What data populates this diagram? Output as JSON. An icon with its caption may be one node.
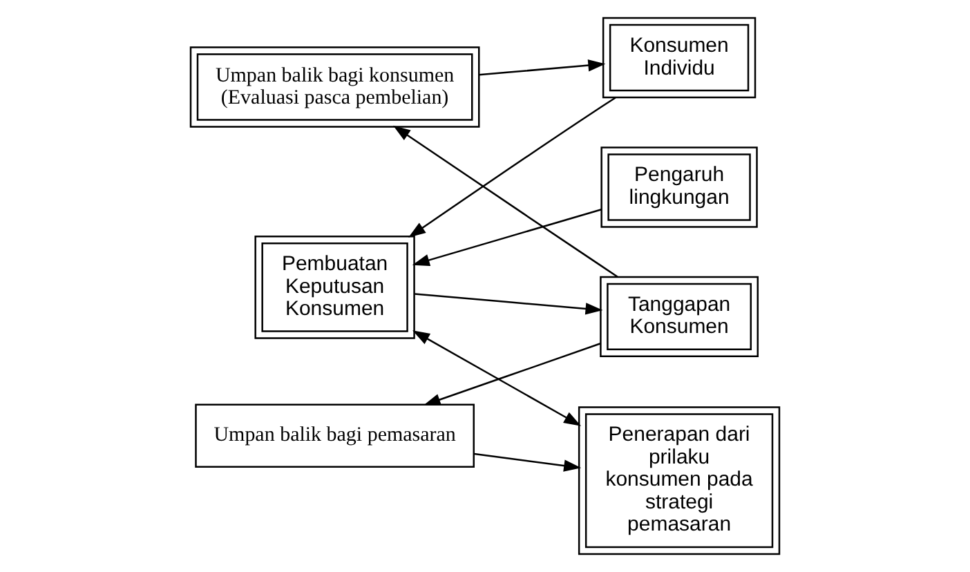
{
  "diagram": {
    "nodes": [
      {
        "text": [
          "Umpan balik bagi konsumen (Evaluasi pasca pembelian)"
        ]
      },
      {
        "text": [
          "Konsumen Individu"
        ]
      },
      {
        "text": [
          "Pengaruh lingkungan"
        ]
      },
      {
        "text": [
          "Penerapan dari prilaku konsumen pada strategi pemasaran"
        ]
      },
      {
        "text": [
          "Pembuatan Keputusan Konsumen"
        ]
      },
      {
        "text": [
          "Tanggapan Konsumen"
        ]
      },
      {
        "text": [
          "Umpan balik bagi pemasaran"
        ]
      }
    ],
    "edges": [
      {
        "from": 5,
        "to": 0,
        "arrow": "to"
      },
      {
        "from": 0,
        "to": 1,
        "arrow": "to"
      },
      {
        "from": 1,
        "to": 4,
        "arrow": "to"
      },
      {
        "from": 2,
        "to": 4,
        "arrow": "to"
      },
      {
        "from": 4,
        "to": 3,
        "arrow": "both"
      },
      {
        "from": 4,
        "to": 5,
        "arrow": "to"
      },
      {
        "from": 5,
        "to": 6,
        "arrow": "to"
      },
      {
        "from": 6,
        "to": 3,
        "arrow": "to"
      }
    ]
  }
}
